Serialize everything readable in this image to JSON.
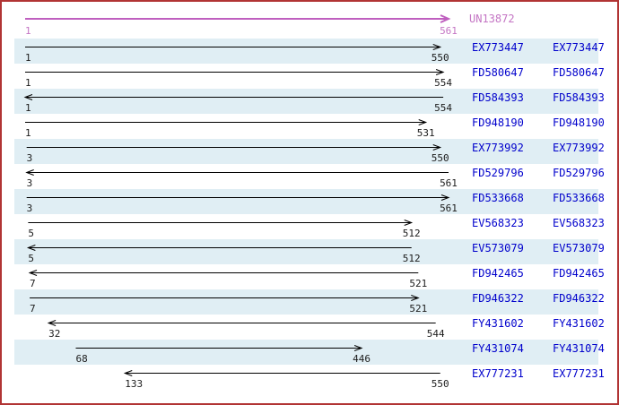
{
  "diagram": {
    "unigene": {
      "label": "UN13872",
      "start": "1",
      "end": "561",
      "direction": "right"
    },
    "alignments": [
      {
        "label": "EX773447",
        "start": "1",
        "end": "550",
        "direction": "right",
        "shaded": true
      },
      {
        "label": "FD580647",
        "start": "1",
        "end": "554",
        "direction": "right",
        "shaded": false
      },
      {
        "label": "FD584393",
        "start": "1",
        "end": "554",
        "direction": "left",
        "shaded": true
      },
      {
        "label": "FD948190",
        "start": "1",
        "end": "531",
        "direction": "right",
        "shaded": false
      },
      {
        "label": "EX773992",
        "start": "3",
        "end": "550",
        "direction": "right",
        "shaded": true
      },
      {
        "label": "FD529796",
        "start": "3",
        "end": "561",
        "direction": "left",
        "shaded": false
      },
      {
        "label": "FD533668",
        "start": "3",
        "end": "561",
        "direction": "right",
        "shaded": true
      },
      {
        "label": "EV568323",
        "start": "5",
        "end": "512",
        "direction": "right",
        "shaded": false
      },
      {
        "label": "EV573079",
        "start": "5",
        "end": "512",
        "direction": "left",
        "shaded": true
      },
      {
        "label": "FD942465",
        "start": "7",
        "end": "521",
        "direction": "left",
        "shaded": false
      },
      {
        "label": "FD946322",
        "start": "7",
        "end": "521",
        "direction": "right",
        "shaded": true
      },
      {
        "label": "FY431602",
        "start": "32",
        "end": "544",
        "direction": "left",
        "shaded": false
      },
      {
        "label": "FY431074",
        "start": "68",
        "end": "446",
        "direction": "right",
        "shaded": true
      },
      {
        "label": "EX777231",
        "start": "133",
        "end": "550",
        "direction": "left",
        "shaded": false
      }
    ],
    "colors": {
      "border": "#b13434",
      "band": "#e0eef4",
      "accession": "#0000cc",
      "unigene_line": "#bf5fbf",
      "unigene_text": "#c475c4",
      "alignment_line": "#000000"
    }
  }
}
